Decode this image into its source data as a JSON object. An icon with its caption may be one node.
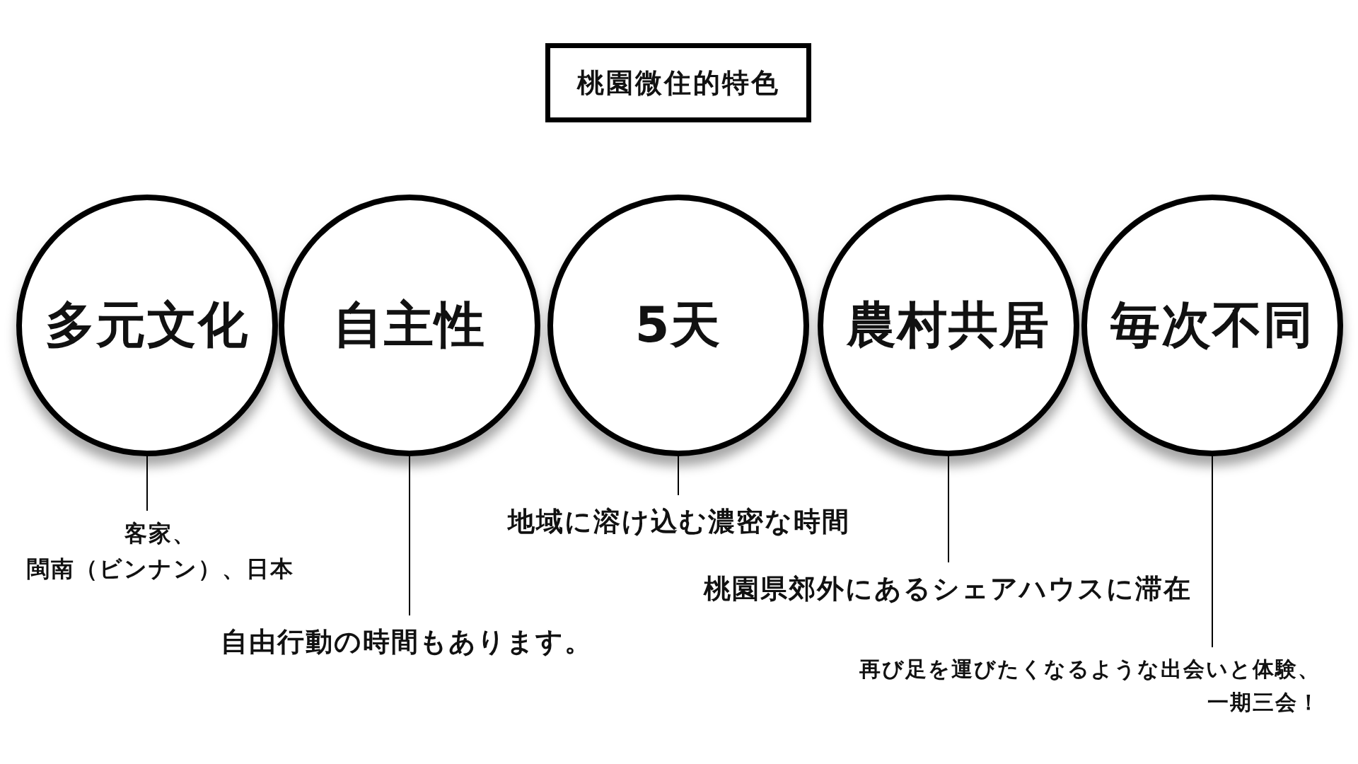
{
  "diagram": {
    "title": "桃園微住的特色",
    "nodes": [
      {
        "text": [
          "多元文化"
        ]
      },
      {
        "text": [
          "自主性"
        ]
      },
      {
        "text": [
          "5天"
        ]
      },
      {
        "text": [
          "農村共居"
        ]
      },
      {
        "text": [
          "毎次不同"
        ]
      },
      {
        "text": [
          "客家、閩南（ビンナン）、日本"
        ]
      },
      {
        "text": [
          "自由行動の時間もあります。"
        ]
      },
      {
        "text": [
          "地域に溶け込む濃密な時間"
        ]
      },
      {
        "text": [
          "桃園県郊外にあるシェアハウスに滞在"
        ]
      },
      {
        "text": [
          "再び足を運びたくなるような出会いと体験、一期三会！"
        ]
      }
    ],
    "edges": [
      {
        "from": 0,
        "to": 5,
        "arrow": "none"
      },
      {
        "from": 1,
        "to": 6,
        "arrow": "none"
      },
      {
        "from": 2,
        "to": 7,
        "arrow": "none"
      },
      {
        "from": 3,
        "to": 8,
        "arrow": "none"
      },
      {
        "from": 4,
        "to": 9,
        "arrow": "none"
      }
    ]
  }
}
